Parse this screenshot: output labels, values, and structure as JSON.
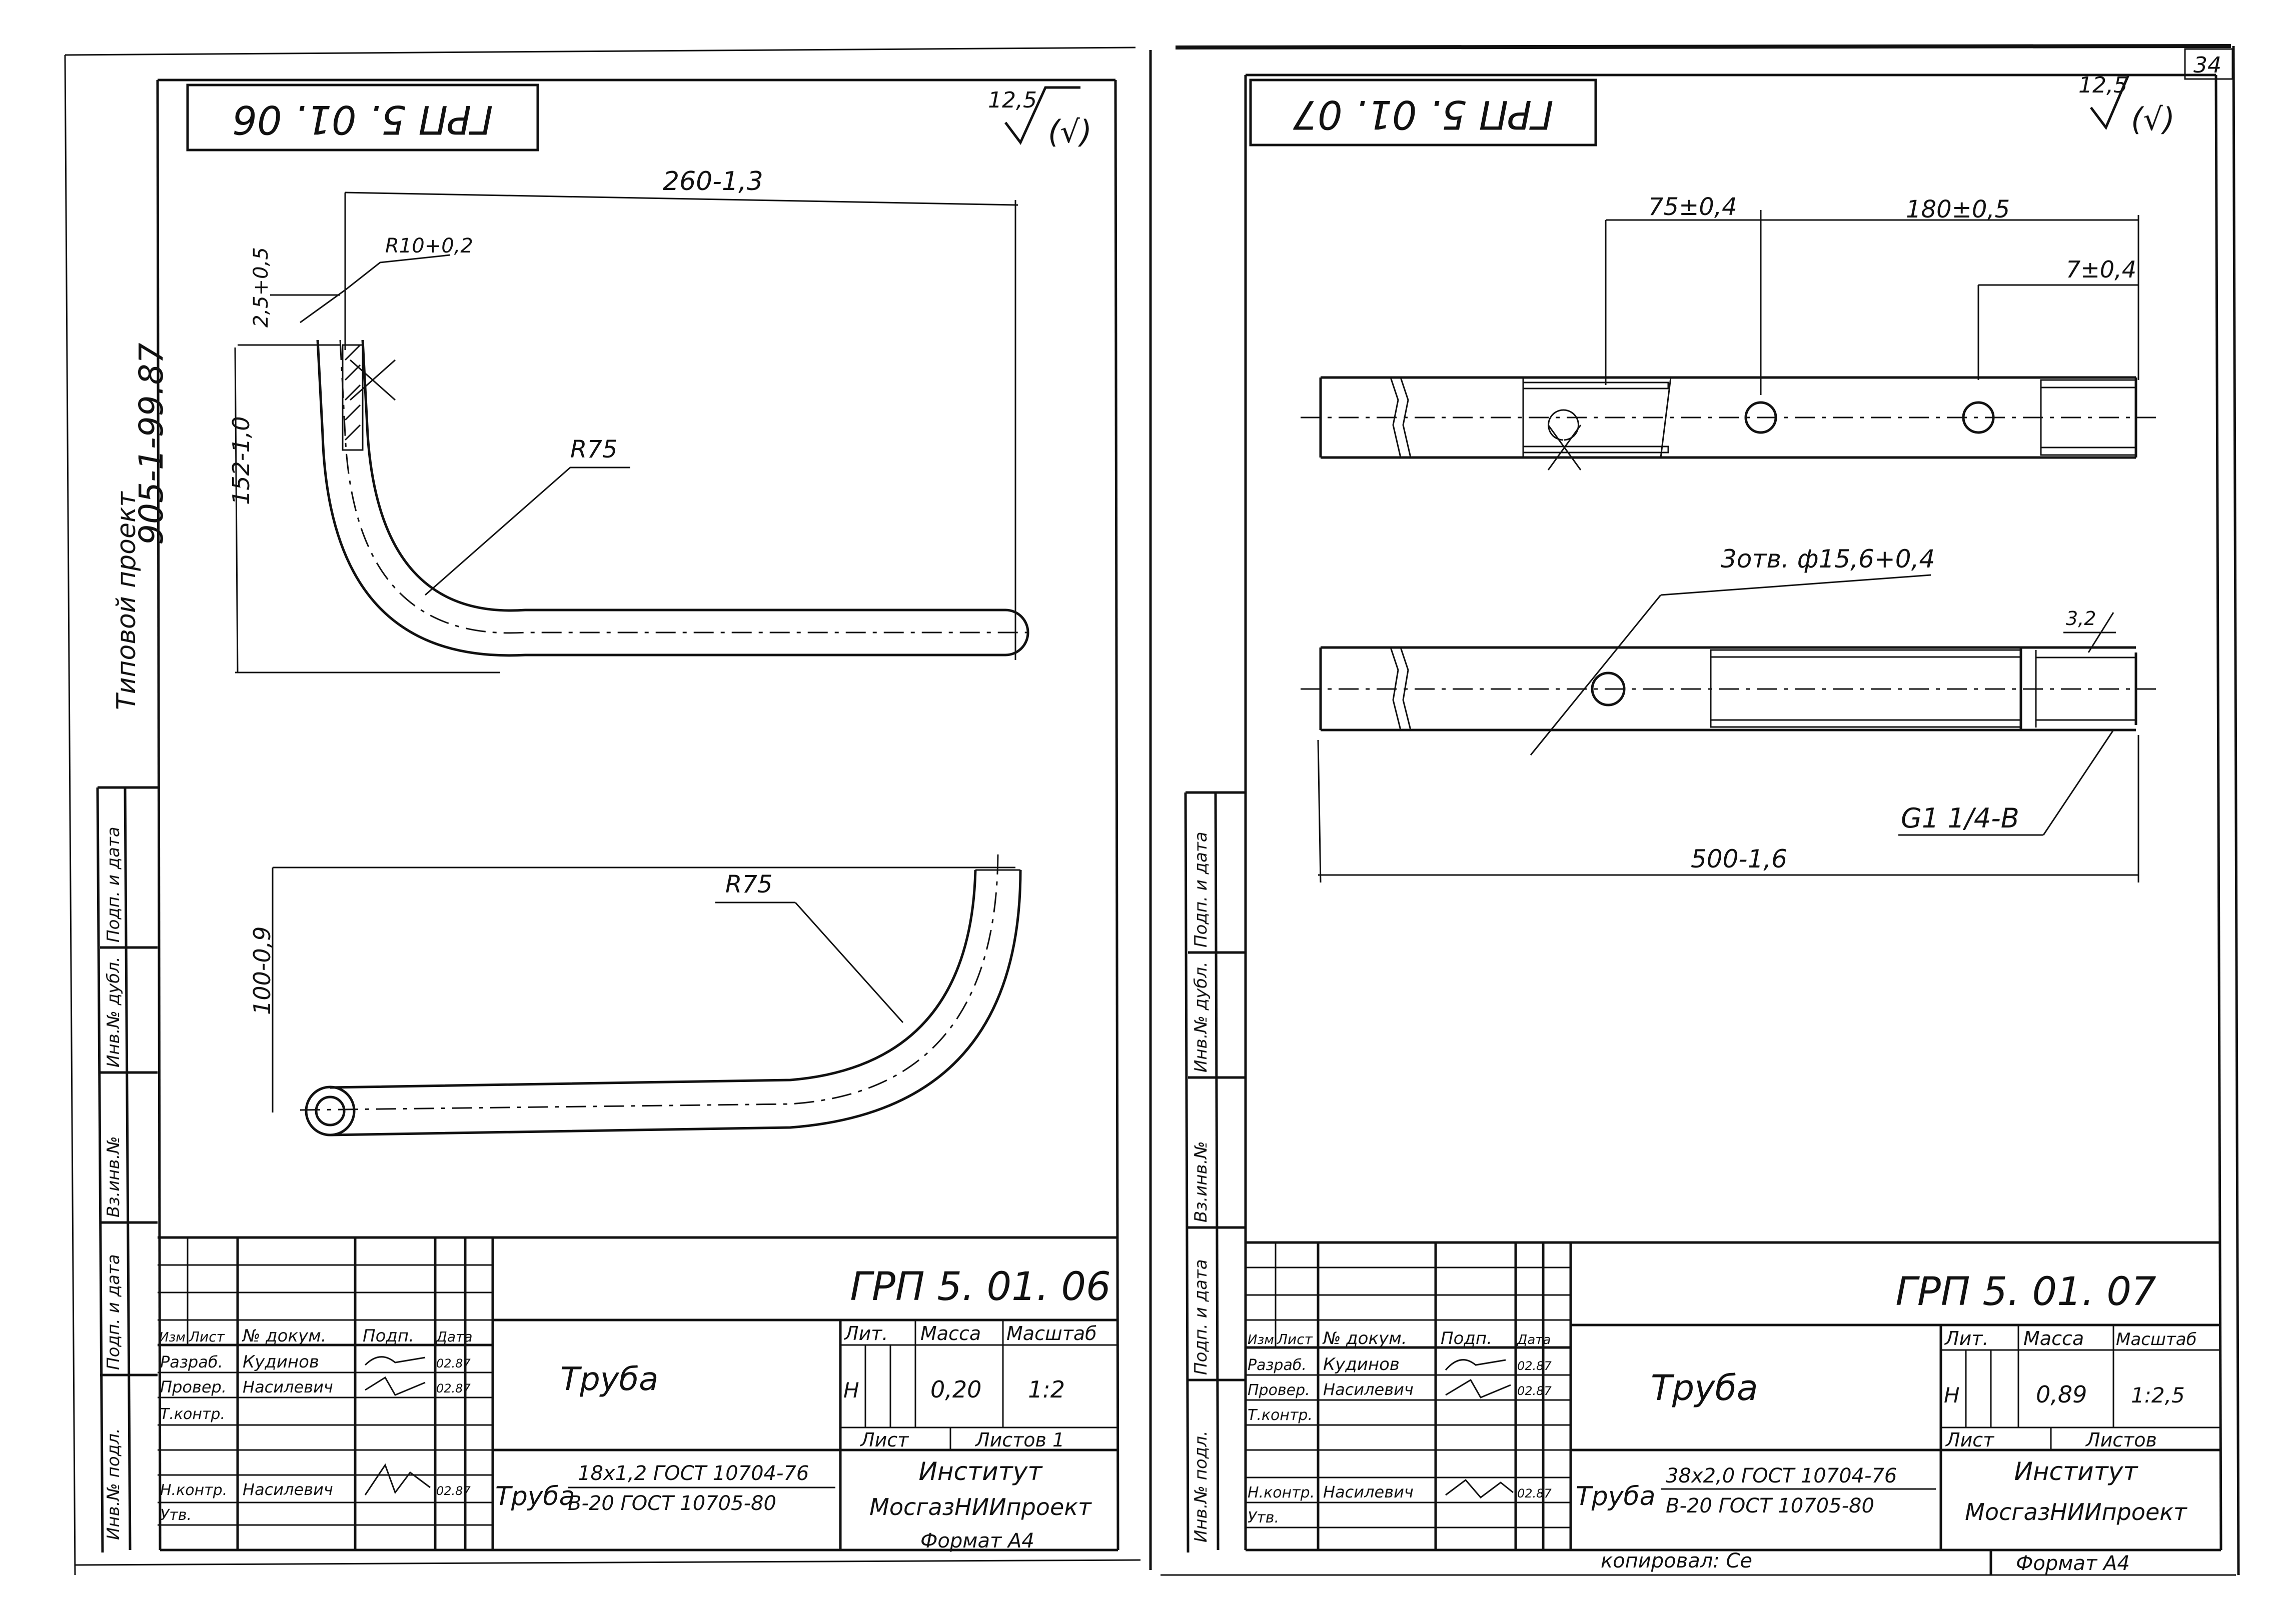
{
  "page": {
    "page_number": "34",
    "copied_by": "копировал: Се"
  },
  "left_sidebar": {
    "project_label": "Типовой проект",
    "project_number": "905-1-99.87",
    "columns": [
      "Инв.№ подл.",
      "Подп. и дата",
      "Вз.инв.№",
      "Инв.№ дубл.",
      "Подп. и дата"
    ]
  },
  "right_sidebar": {
    "columns": [
      "Инв.№ подл.",
      "Подп. и дата",
      "Вз.инв.№",
      "Инв.№ дубл.",
      "Подп. и дата"
    ]
  },
  "sheets": [
    {
      "id": "left",
      "corner_stamp": "ГРП 5. 01. 06",
      "roughness_value": "12,5",
      "roughness_suffix": "(√)",
      "dimensions": {
        "length": "260-1,3",
        "bend_radius_small": "R10+0,2",
        "offset": "2,5+0,5",
        "height": "152-1,0",
        "bend_radius_1": "R75",
        "bend_radius_2": "R75",
        "width": "100-0,9"
      },
      "title_block": {
        "designation": "ГРП 5. 01. 06",
        "name": "Труба",
        "material_prefix": "Труба",
        "material_line1": "18х1,2 ГОСТ 10704-76",
        "material_line2": "В-20 ГОСТ 10705-80",
        "lit_header": "Лит.",
        "mass_header": "Масса",
        "scale_header": "Масштаб",
        "lit_value": "Н",
        "mass_value": "0,20",
        "scale_value": "1:2",
        "sheet_label": "Лист",
        "sheets_label": "Листов 1",
        "org_line1": "Институт",
        "org_line2": "МосгазНИИпроект",
        "format_label": "Формат А4",
        "col_headers": [
          "Изм",
          "Лист",
          "№ докум.",
          "Подп.",
          "Дата"
        ],
        "rows": [
          {
            "role": "Разраб.",
            "name": "Кудинов",
            "date": "02.87"
          },
          {
            "role": "Провер.",
            "name": "Насилевич",
            "date": "02.87"
          },
          {
            "role": "Т.контр.",
            "name": "",
            "date": ""
          },
          {
            "role": "Н.контр.",
            "name": "Насилевич",
            "date": "02.87"
          },
          {
            "role": "Утв.",
            "name": "",
            "date": ""
          }
        ]
      }
    },
    {
      "id": "right",
      "corner_stamp": "ГРП 5. 01. 07",
      "roughness_value": "12,5",
      "roughness_suffix": "(√)",
      "dimensions": {
        "hole_spacing_1": "75±0,4",
        "hole_spacing_2": "180±0,5",
        "end_offset": "7±0,4",
        "holes": "3отв. ф15,6+0,4",
        "chamfer": "3,2",
        "thread": "G1 1/4-В",
        "length": "500-1,6"
      },
      "title_block": {
        "designation": "ГРП 5. 01. 07",
        "name": "Труба",
        "material_prefix": "Труба",
        "material_line1": "38х2,0 ГОСТ 10704-76",
        "material_line2": "В-20 ГОСТ 10705-80",
        "lit_header": "Лит.",
        "mass_header": "Масса",
        "scale_header": "Масштаб",
        "lit_value": "Н",
        "mass_value": "0,89",
        "scale_value": "1:2,5",
        "sheet_label": "Лист",
        "sheets_label": "Листов",
        "org_line1": "Институт",
        "org_line2": "МосгазНИИпроект",
        "format_label": "Формат А4",
        "col_headers": [
          "Изм",
          "Лист",
          "№ докум.",
          "Подп.",
          "Дата"
        ],
        "rows": [
          {
            "role": "Разраб.",
            "name": "Кудинов",
            "date": "02.87"
          },
          {
            "role": "Провер.",
            "name": "Насилевич",
            "date": "02.87"
          },
          {
            "role": "Т.контр.",
            "name": "",
            "date": ""
          },
          {
            "role": "Н.контр.",
            "name": "Насилевич",
            "date": "02.87"
          },
          {
            "role": "Утв.",
            "name": "",
            "date": ""
          }
        ]
      }
    }
  ]
}
